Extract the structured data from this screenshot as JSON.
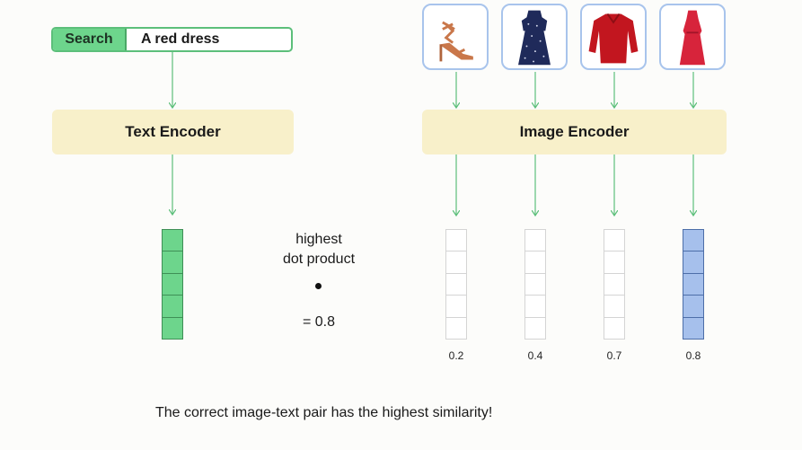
{
  "search": {
    "label": "Search",
    "value": "A red dress"
  },
  "encoders": {
    "text": "Text Encoder",
    "image": "Image Encoder"
  },
  "images": [
    {
      "icon": "red-strappy-sandal",
      "score": "0.2",
      "highlighted": false
    },
    {
      "icon": "navy-polka-dot-dress",
      "score": "0.4",
      "highlighted": false
    },
    {
      "icon": "red-polo-sweater",
      "score": "0.7",
      "highlighted": false
    },
    {
      "icon": "red-dress",
      "score": "0.8",
      "highlighted": true
    }
  ],
  "dot_product": {
    "caption_line1": "highest",
    "caption_line2": "dot product",
    "result": "= 0.8"
  },
  "footer": "The correct image-text pair has the highest similarity!",
  "colors": {
    "green": "#6dd58c",
    "arrow": "#5cbf7a",
    "encoder_bg": "#f8f0ca",
    "blue": "#a6c0ec",
    "thumb_border": "#a8c4ec"
  }
}
